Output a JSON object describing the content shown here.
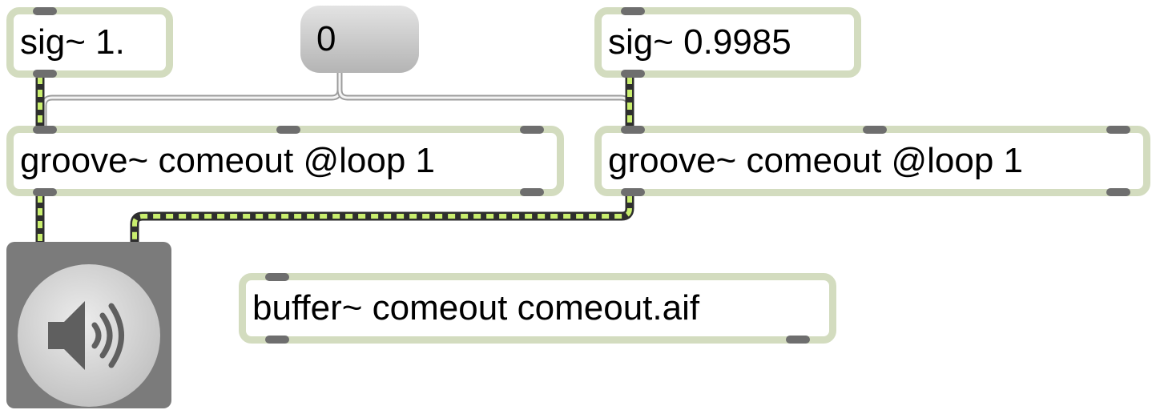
{
  "patch": {
    "objects": {
      "sig_left": {
        "text": "sig~ 1."
      },
      "sig_right": {
        "text": "sig~ 0.9985"
      },
      "groove_left": {
        "text": "groove~ comeout @loop 1"
      },
      "groove_right": {
        "text": "groove~ comeout @loop 1"
      },
      "buffer": {
        "text": "buffer~ comeout comeout.aif"
      }
    },
    "message_box": {
      "text": "0"
    },
    "ezdac": {
      "icon": "speaker-icon"
    },
    "colors": {
      "object_border": "#d3dcbf",
      "port": "#6e6e6e",
      "signal_patchcord": "#c9ee6e",
      "signal_patchcord_dash": "#2e2e2e",
      "control_patchcord": "#9c9c9c",
      "dac_body": "#7b7b7b"
    }
  }
}
